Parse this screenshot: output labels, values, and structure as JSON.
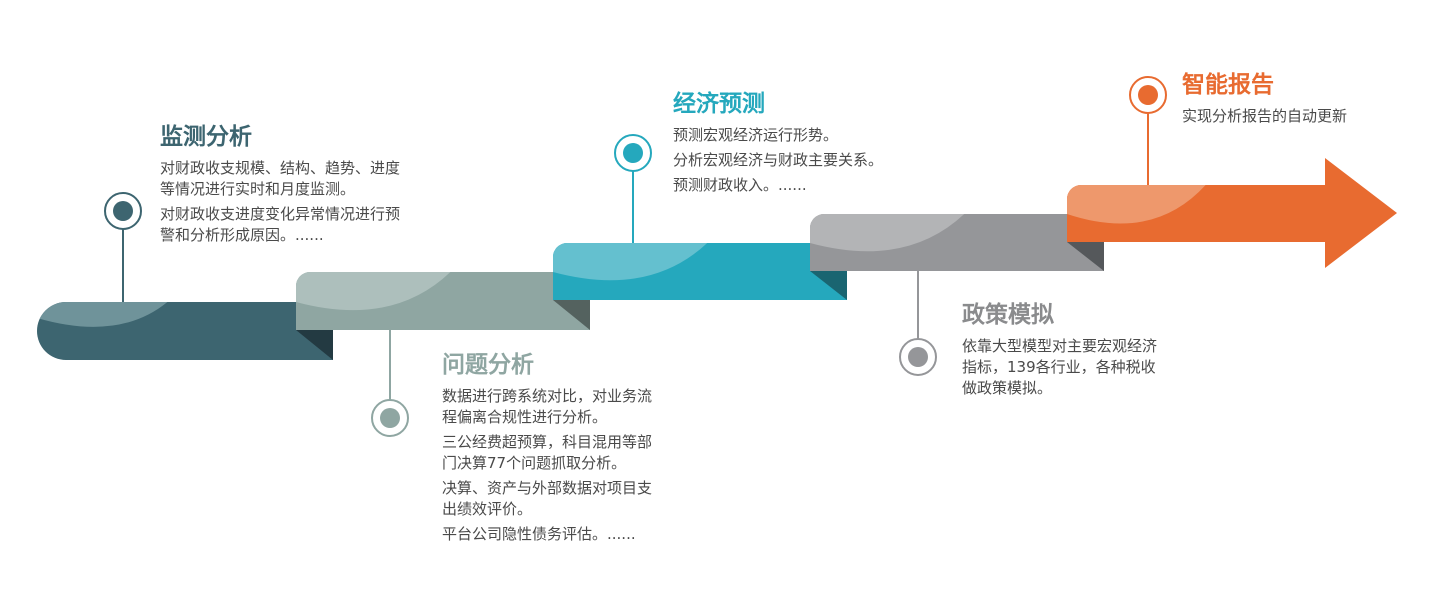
{
  "colors": {
    "monitor": "#3d6570",
    "problem": "#8fa6a2",
    "forecast": "#25a8bd",
    "policy": "#959699",
    "report": "#e86b30"
  },
  "steps": [
    {
      "title": "监测分析",
      "paragraphs": [
        [
          "对财政收支规模、结构、趋势、进度",
          "等情况进行实时和月度监测。"
        ],
        [
          "对财政收支进度变化异常情况进行预",
          "警和分析形成原因。......"
        ]
      ]
    },
    {
      "title": "问题分析",
      "paragraphs": [
        [
          "数据进行跨系统对比，对业务流",
          "程偏离合规性进行分析。"
        ],
        [
          "三公经费超预算，科目混用等部",
          "门决算77个问题抓取分析。"
        ],
        [
          "决算、资产与外部数据对项目支",
          "出绩效评价。"
        ],
        [
          "平台公司隐性债务评估。......"
        ]
      ]
    },
    {
      "title": "经济预测",
      "paragraphs": [
        [
          "预测宏观经济运行形势。"
        ],
        [
          "分析宏观经济与财政主要关系。"
        ],
        [
          "预测财政收入。......"
        ]
      ]
    },
    {
      "title": "政策模拟",
      "paragraphs": [
        [
          "依靠大型模型对主要宏观经济",
          "指标，139各行业，各种税收",
          "做政策模拟。"
        ]
      ]
    },
    {
      "title": "智能报告",
      "paragraphs": [
        [
          "实现分析报告的自动更新"
        ]
      ]
    }
  ]
}
